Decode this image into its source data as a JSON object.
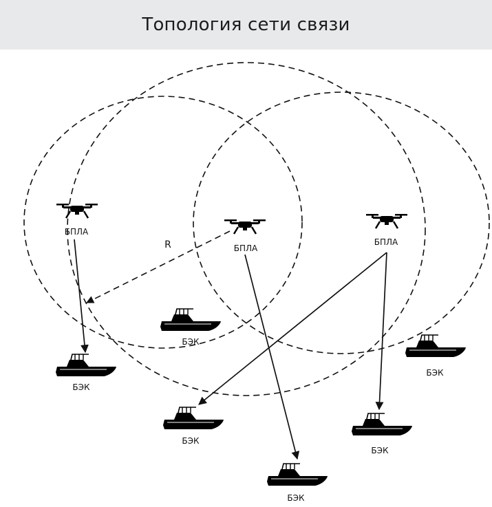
{
  "header": {
    "title": "Топология сети связи"
  },
  "diagram": {
    "radius_label": "R",
    "uav_label": "БПЛА",
    "boat_label": "БЭК",
    "colors": {
      "line": "#111111",
      "icon": "#000000",
      "header_bg": "#e8e9eb"
    },
    "icons": {
      "uav": "quadcopter-drone-icon",
      "boat": "motor-boat-icon"
    }
  }
}
